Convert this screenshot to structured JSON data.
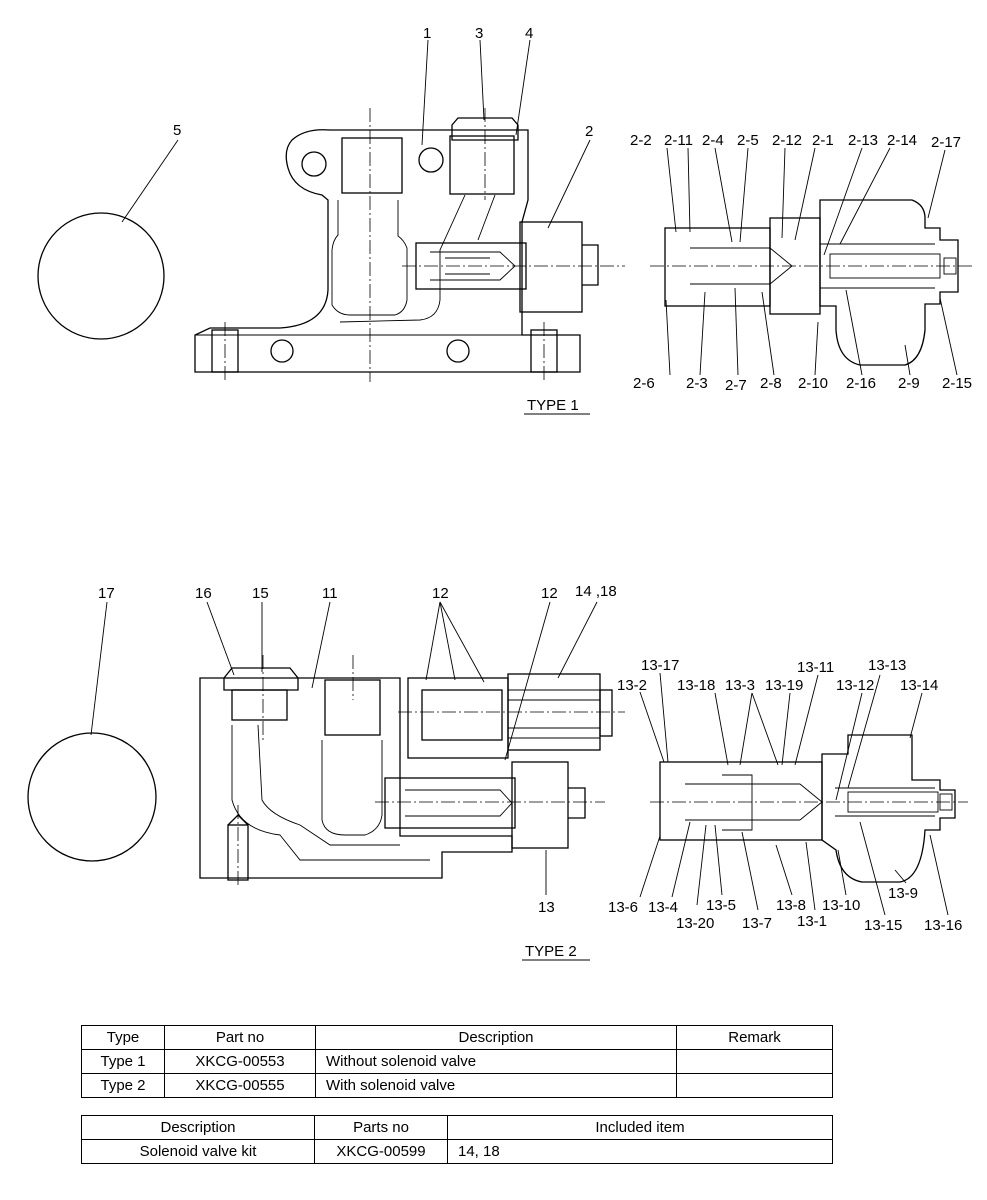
{
  "callouts": {
    "type1": {
      "main": [
        "1",
        "3",
        "4",
        "5",
        "2"
      ],
      "top": [
        "2-2",
        "2-11",
        "2-4",
        "2-5",
        "2-12",
        "2-1",
        "2-13",
        "2-14",
        "2-17"
      ],
      "bottom": [
        "2-6",
        "2-3",
        "2-7",
        "2-8",
        "2-10",
        "2-16",
        "2-9",
        "2-15"
      ],
      "caption": "TYPE 1"
    },
    "type2": {
      "main": [
        "17",
        "16",
        "15",
        "11",
        "12",
        "12",
        "14 ,18",
        "13"
      ],
      "top": [
        "13-17",
        "13-2",
        "13-18",
        "13-3",
        "13-19",
        "13-11",
        "13-13",
        "13-12",
        "13-14"
      ],
      "bottom": [
        "13-6",
        "13-4",
        "13-20",
        "13-5",
        "13-7",
        "13-8",
        "13-1",
        "13-10",
        "13-15",
        "13-9",
        "13-16"
      ],
      "caption": "TYPE 2"
    }
  },
  "parts_table": {
    "headers": [
      "Type",
      "Part no",
      "Description",
      "Remark"
    ],
    "rows": [
      [
        "Type 1",
        "XKCG-00553",
        "Without solenoid valve",
        ""
      ],
      [
        "Type 2",
        "XKCG-00555",
        "With solenoid valve",
        ""
      ]
    ]
  },
  "kit_table": {
    "headers": [
      "Description",
      "Parts no",
      "Included item"
    ],
    "rows": [
      [
        "Solenoid valve kit",
        "XKCG-00599",
        "14, 18"
      ]
    ]
  }
}
